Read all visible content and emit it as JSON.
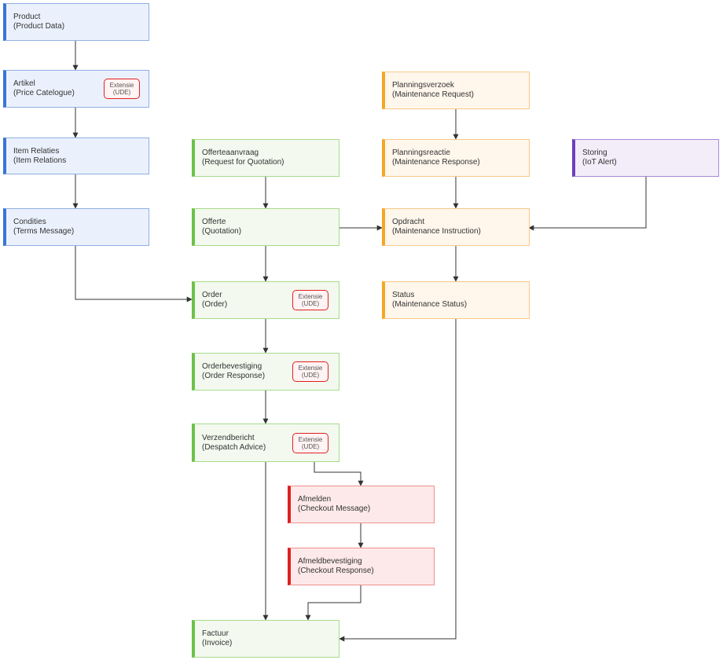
{
  "nodes": {
    "product": {
      "line1": "Product",
      "line2": "(Product Data)"
    },
    "artikel": {
      "line1": "Artikel",
      "line2": "(Price Catelogue)"
    },
    "item_relaties": {
      "line1": "Item Relaties",
      "line2": "(Item Relations"
    },
    "condities": {
      "line1": "Condities",
      "line2": "(Terms Message)"
    },
    "offerteaanvraag": {
      "line1": "Offerteaanvraag",
      "line2": "(Request for Quotation)"
    },
    "offerte": {
      "line1": "Offerte",
      "line2": "(Quotation)"
    },
    "order": {
      "line1": "Order",
      "line2": "(Order)"
    },
    "orderbevestiging": {
      "line1": "Orderbevestiging",
      "line2": "(Order Response)"
    },
    "verzendbericht": {
      "line1": "Verzendbericht",
      "line2": "(Despatch Advice)"
    },
    "afmelden": {
      "line1": "Afmelden",
      "line2": "(Checkout Message)"
    },
    "afmeldbevestiging": {
      "line1": "Afmeldbevestiging",
      "line2": "(Checkout Response)"
    },
    "factuur": {
      "line1": "Factuur",
      "line2": "(Invoice)"
    },
    "planningsverzoek": {
      "line1": "Planningsverzoek",
      "line2": "(Maintenance Request)"
    },
    "planningsreactie": {
      "line1": "Planningsreactie",
      "line2": "(Maintenance Response)"
    },
    "opdracht": {
      "line1": "Opdracht",
      "line2": "(Maintenance Instruction)"
    },
    "status": {
      "line1": "Status",
      "line2": "(Maintenance Status)"
    },
    "storing": {
      "line1": "Storing",
      "line2": "(IoT Alert)"
    }
  },
  "badge": {
    "line1": "Extensie",
    "line2": "(UDE)"
  },
  "colors": {
    "blue_accent": "#3b74d6",
    "green_accent": "#6cc24a",
    "orange_accent": "#f5a623",
    "purple_accent": "#6f3fbf",
    "red_accent": "#e02020",
    "connector": "#333333"
  }
}
